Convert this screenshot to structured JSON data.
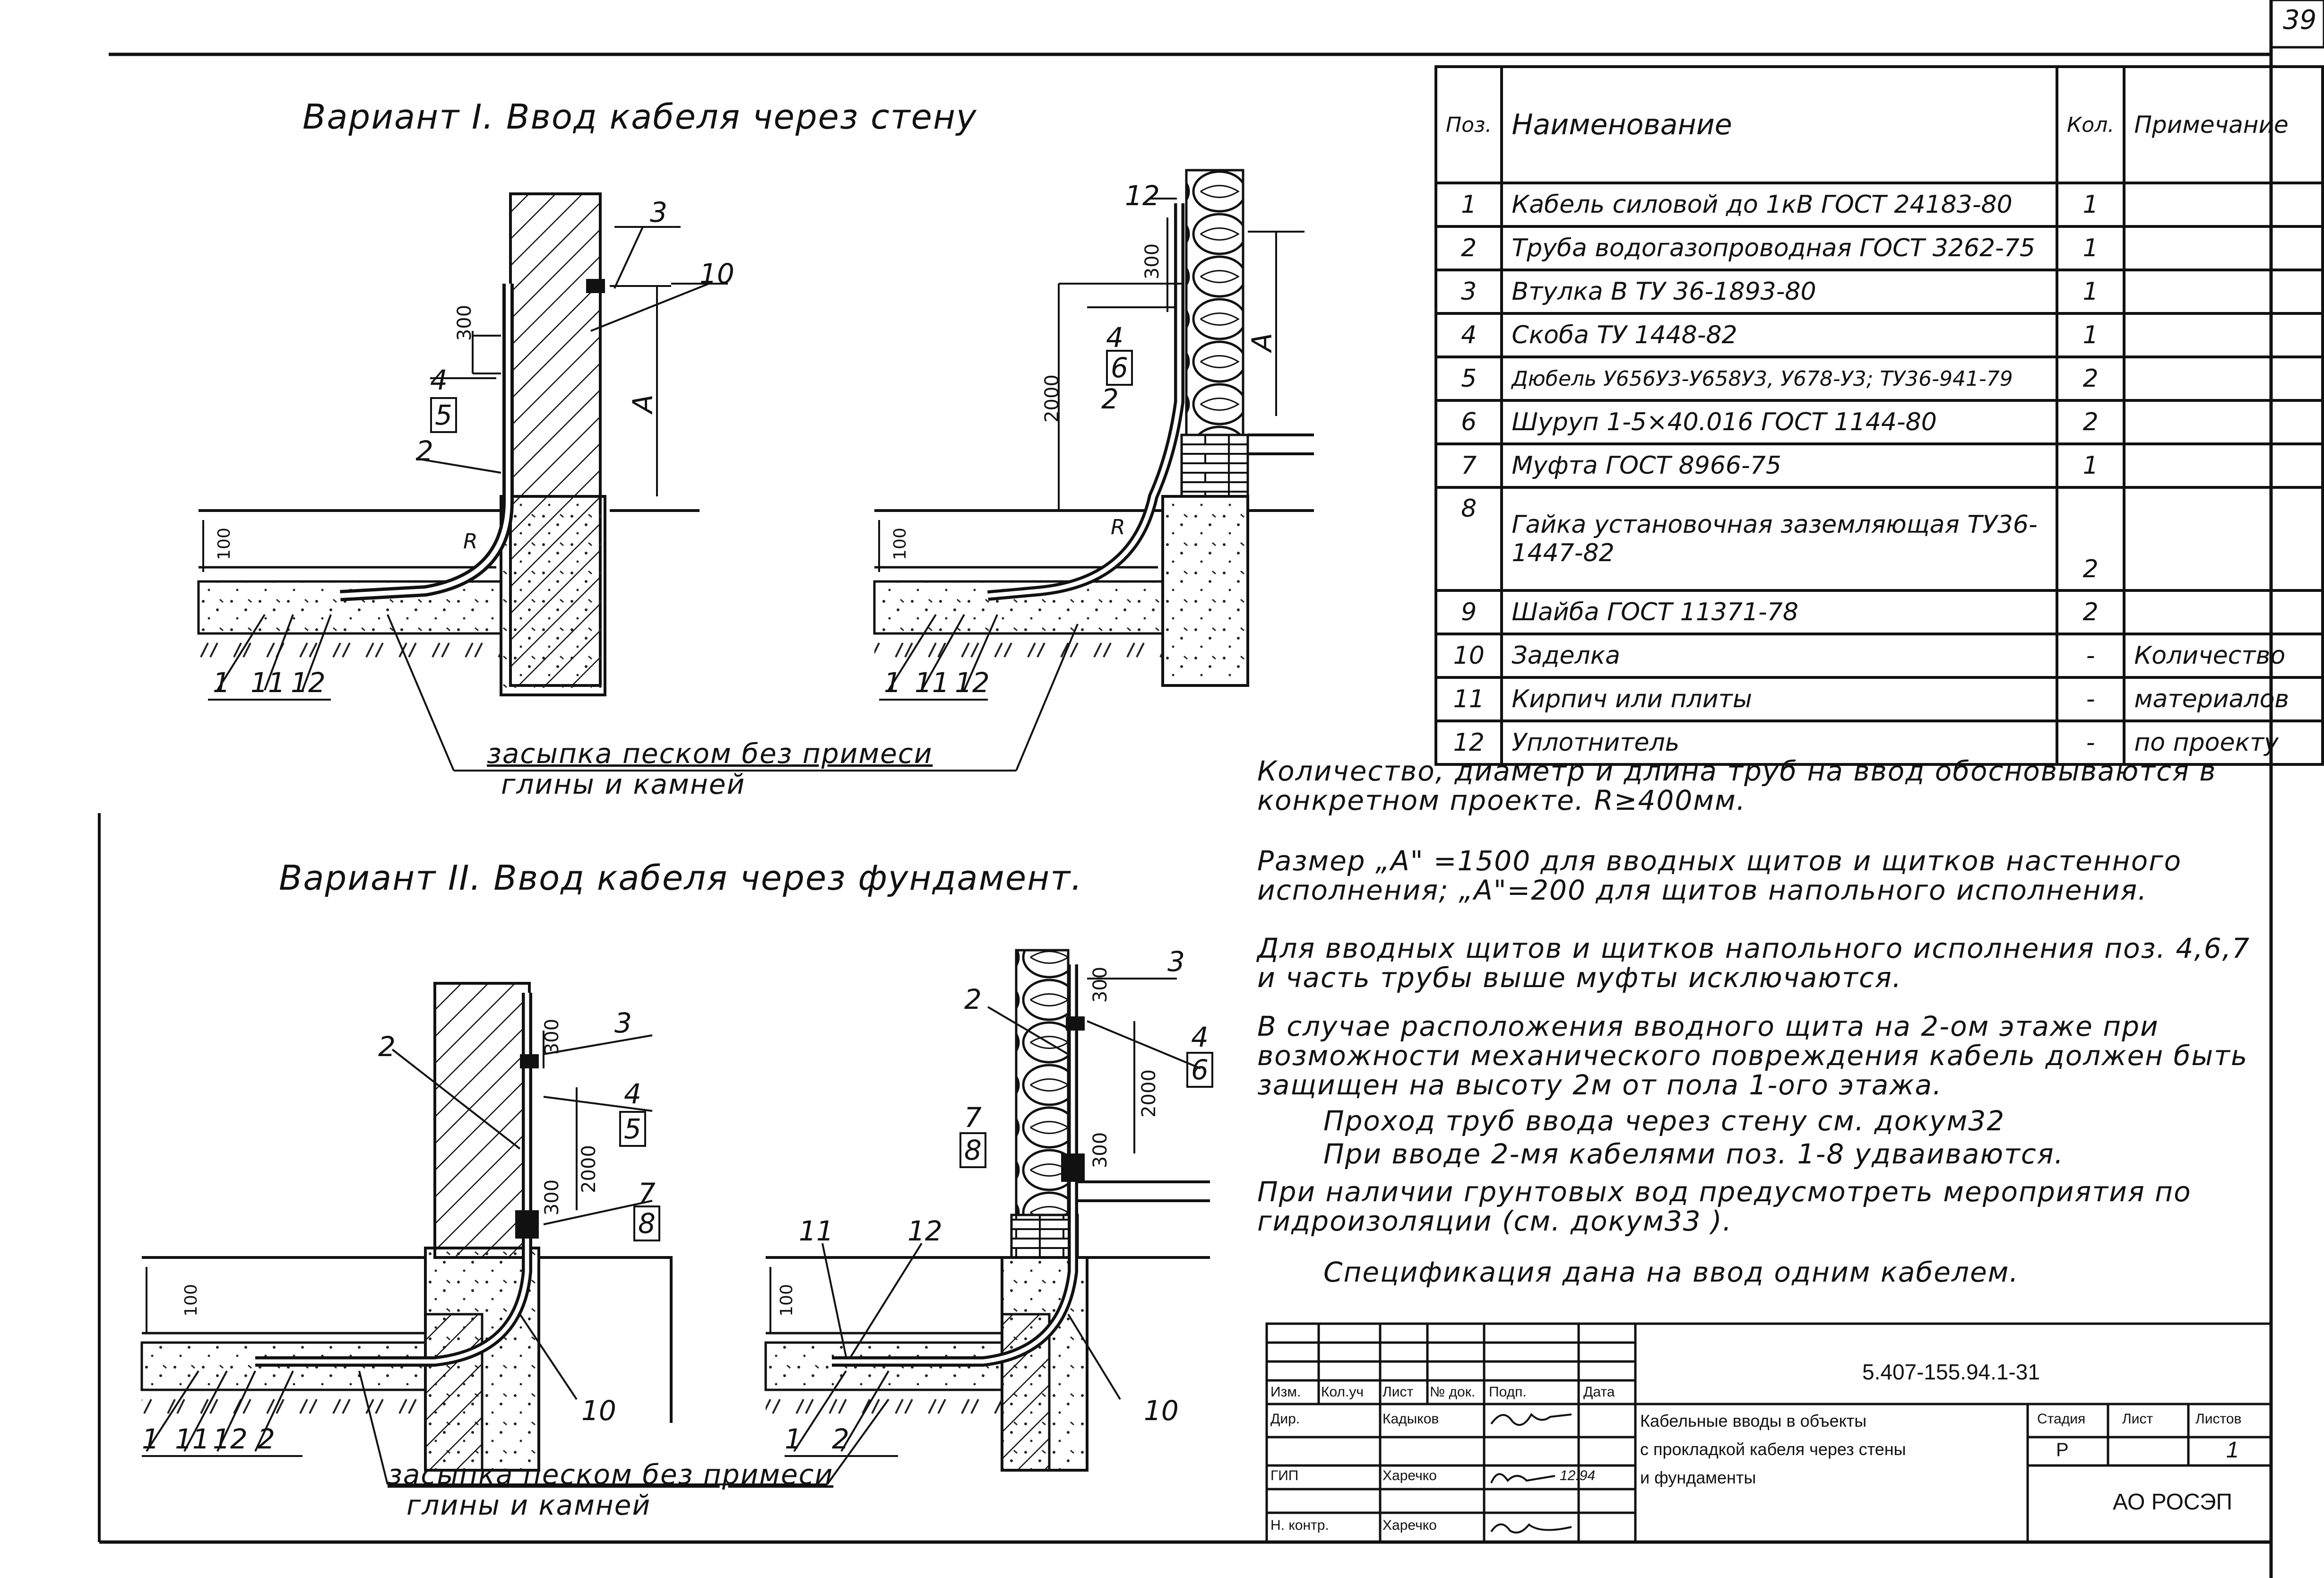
{
  "page": {
    "corner_page_number": "39"
  },
  "variant1": {
    "title": "Вариант I. Ввод кабеля через стену",
    "backfill_label_line1": "засыпка песком без примеси",
    "backfill_label_line2": "глины и камней",
    "left_callouts": {
      "pos3": "3",
      "pos10": "10",
      "pos4": "4",
      "pos5": "5",
      "pos2": "2",
      "pos1": "1",
      "pos11": "11",
      "pos12": "12",
      "dim300": "300",
      "dim100": "100",
      "dimA": "A",
      "radius": "R"
    },
    "right_callouts": {
      "pos12": "12",
      "pos4": "4",
      "pos6": "6",
      "pos2": "2",
      "pos1": "1",
      "pos11": "11",
      "pos12b": "12",
      "dim300": "300",
      "dim2000": "2000",
      "dim100": "100",
      "dimA": "A",
      "radius": "R"
    }
  },
  "variant2": {
    "title": "Вариант II. Ввод кабеля через фундамент.",
    "backfill_label_line1": "засыпка песком без примеси",
    "backfill_label_line2": "глины и камней",
    "left_callouts": {
      "pos2": "2",
      "pos3": "3",
      "pos4": "4",
      "pos5": "5",
      "pos7": "7",
      "pos8": "8",
      "pos10": "10",
      "pos1": "1",
      "pos11": "11",
      "pos12": "12",
      "pos2b": "2",
      "dim300a": "300",
      "dim2000": "2000",
      "dim300b": "300",
      "dim100": "100"
    },
    "right_callouts": {
      "pos2": "2",
      "pos3": "3",
      "pos4": "4",
      "pos6": "6",
      "pos7": "7",
      "pos8": "8",
      "pos11": "11",
      "pos12": "12",
      "pos10": "10",
      "pos1": "1",
      "pos2b": "2",
      "dim300a": "300",
      "dim2000": "2000",
      "dim300b": "300",
      "dim100": "100"
    }
  },
  "spec_table": {
    "headers": [
      "Поз.",
      "Наименование",
      "Кол.",
      "Примечание"
    ],
    "rows": [
      {
        "pos": "1",
        "name": "Кабель силовой до 1кВ ГОСТ 24183-80",
        "qty": "1",
        "note": ""
      },
      {
        "pos": "2",
        "name": "Труба водогазопроводная ГОСТ 3262-75",
        "qty": "1",
        "note": ""
      },
      {
        "pos": "3",
        "name": "Втулка В ТУ 36-1893-80",
        "qty": "1",
        "note": ""
      },
      {
        "pos": "4",
        "name": "Скоба ТУ 1448-82",
        "qty": "1",
        "note": ""
      },
      {
        "pos": "5",
        "name": "Дюбель У656У3-У658У3, У678-У3; ТУ36-941-79",
        "qty": "2",
        "note": ""
      },
      {
        "pos": "6",
        "name": "Шуруп 1-5×40.016 ГОСТ 1144-80",
        "qty": "2",
        "note": ""
      },
      {
        "pos": "7",
        "name": "Муфта ГОСТ 8966-75",
        "qty": "1",
        "note": ""
      },
      {
        "pos": "8",
        "name": "Гайка установочная заземляющая ТУ36-1447-82",
        "qty": "2",
        "note": ""
      },
      {
        "pos": "9",
        "name": "Шайба ГОСТ 11371-78",
        "qty": "2",
        "note": ""
      },
      {
        "pos": "10",
        "name": "Заделка",
        "qty": "-",
        "note": "Количество"
      },
      {
        "pos": "11",
        "name": "Кирпич или плиты",
        "qty": "-",
        "note": "материалов"
      },
      {
        "pos": "12",
        "name": "Уплотнитель",
        "qty": "-",
        "note": "по проекту"
      }
    ]
  },
  "notes": [
    "Количество, диаметр и длина труб на ввод обосновываются в конкретном проекте. R≥400мм.",
    "Размер „A\" =1500 для вводных щитов и щитков настенного исполнения; „A\"=200 для щитов напольного исполнения.",
    "Для вводных щитов и щитков напольного исполнения поз. 4,6,7 и часть трубы выше муфты исключаются.",
    "В случае расположения вводного щита на 2-ом этаже при возможности механического повреждения кабель должен быть защищен на высоту 2м от пола 1-ого этажа.",
    "Проход труб ввода через стену см. докум32",
    "При вводе 2-мя кабелями поз. 1-8 удваиваются.",
    "При наличии грунтовых вод предусмотреть мероприятия по гидроизоляции (см. докум33 ).",
    "Спецификация дана на ввод одним кабелем."
  ],
  "title_block": {
    "doc_code": "5.407-155.94.1-31",
    "col_headers": [
      "Изм.",
      "Кол.уч",
      "Лист",
      "№ док.",
      "Подп.",
      "Дата"
    ],
    "roles": [
      {
        "role": "Дир.",
        "name": "Кадыков",
        "date": ""
      },
      {
        "role": "ГИП",
        "name": "Харечко",
        "date": "12.94"
      },
      {
        "role": "Н. контр.",
        "name": "Харечко",
        "date": ""
      }
    ],
    "title_line1": "Кабельные вводы в объекты",
    "title_line2": "с прокладкой кабеля через стены",
    "title_line3": "и фундаменты",
    "stage_label": "Стадия",
    "sheet_label": "Лист",
    "sheets_label": "Листов",
    "stage_value": "Р",
    "sheets_value": "1",
    "org": "АО РОСЭП"
  }
}
